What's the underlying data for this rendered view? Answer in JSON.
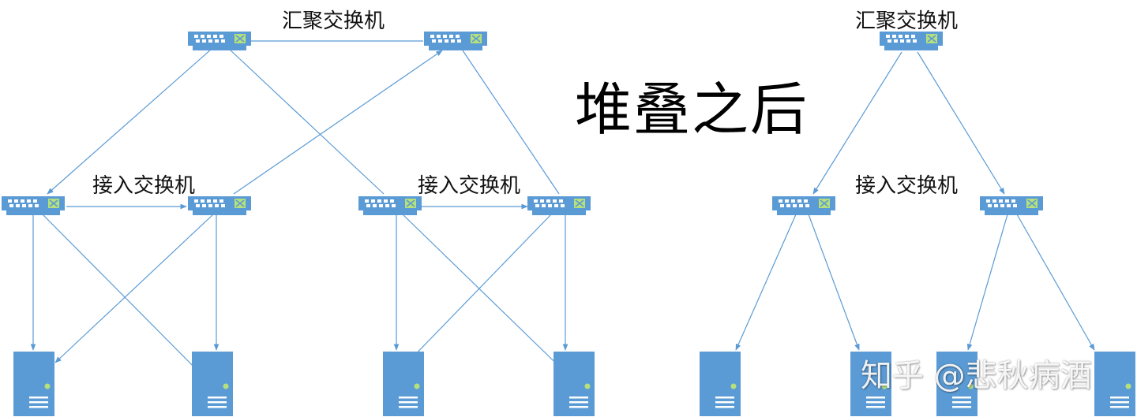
{
  "colors": {
    "link": "#5b9bd5",
    "switch_fill": "#5b9bd5",
    "server_fill": "#5b9bd5",
    "port_led": "#b6e07a"
  },
  "icons": {
    "switch": "network-switch-icon",
    "server": "server-tower-icon"
  },
  "before": {
    "agg_label": "汇聚交换机",
    "access_label_left": "接入交换机",
    "access_label_right": "接入交换机"
  },
  "after": {
    "title": "堆叠之后",
    "agg_label": "汇聚交换机",
    "access_label": "接入交换机"
  },
  "watermark": "知乎 @悲秋病酒"
}
